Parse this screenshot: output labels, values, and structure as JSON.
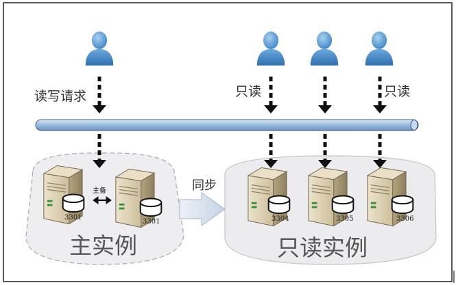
{
  "labels": {
    "read_write_request": "读写请求",
    "read_only_left": "只读",
    "read_only_right": "只读",
    "sync": "同步",
    "master_standby": "主备",
    "primary_instance": "主实例",
    "readonly_instances": "只读实例"
  },
  "servers": {
    "primary_master_port": "3301",
    "primary_standby_port": "3301",
    "readonly_1_port": "3304",
    "readonly_2_port": "3305",
    "readonly_3_port": "3306"
  },
  "icons": [
    "user-icon",
    "server-icon",
    "database-disk-icon",
    "double-arrow-icon",
    "sync-arrow-icon"
  ],
  "colors": {
    "bus_fill": "#8fb4d8",
    "user_blue": "#4a90c8",
    "cluster_fill": "#ececef",
    "arrow": "#111111"
  }
}
